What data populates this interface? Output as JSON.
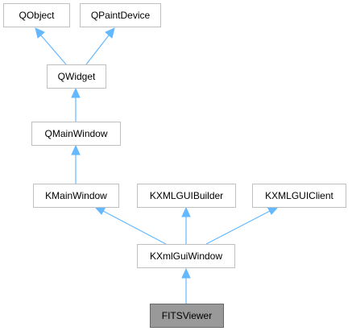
{
  "diagram": {
    "nodes": {
      "qobject": "QObject",
      "qpaintdevice": "QPaintDevice",
      "qwidget": "QWidget",
      "qmainwindow": "QMainWindow",
      "kmainwindow": "KMainWindow",
      "kxmlguibuilder": "KXMLGUIBuilder",
      "kxmlguiclient": "KXMLGUIClient",
      "kxmlguiwindow": "KXmlGuiWindow",
      "fitsviewer": "FITSViewer"
    },
    "colors": {
      "edge": "#63b8ff",
      "node_border": "#bfbfbf",
      "current_node_fill": "#999999"
    }
  }
}
